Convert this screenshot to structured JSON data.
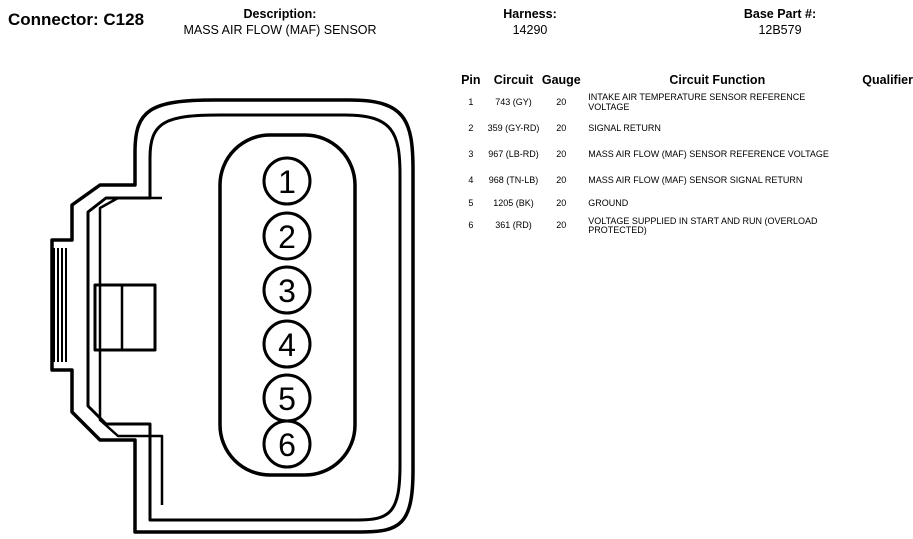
{
  "connector": {
    "label": "Connector:",
    "id": "C128"
  },
  "description": {
    "label": "Description:",
    "value": "MASS AIR FLOW (MAF) SENSOR"
  },
  "harness": {
    "label": "Harness:",
    "value": "14290"
  },
  "base_part": {
    "label": "Base Part #:",
    "value": "12B579"
  },
  "table": {
    "headers": {
      "pin": "Pin",
      "circuit": "Circuit",
      "gauge": "Gauge",
      "function": "Circuit Function",
      "qualifier": "Qualifier"
    },
    "rows": [
      {
        "pin": "1",
        "circuit": "743 (GY)",
        "gauge": "20",
        "function": "INTAKE AIR TEMPERATURE SENSOR REFERENCE VOLTAGE",
        "qualifier": ""
      },
      {
        "pin": "2",
        "circuit": "359 (GY-RD)",
        "gauge": "20",
        "function": "SIGNAL RETURN",
        "qualifier": ""
      },
      {
        "pin": "3",
        "circuit": "967 (LB-RD)",
        "gauge": "20",
        "function": "MASS AIR FLOW (MAF) SENSOR REFERENCE VOLTAGE",
        "qualifier": ""
      },
      {
        "pin": "4",
        "circuit": "968 (TN-LB)",
        "gauge": "20",
        "function": "MASS AIR FLOW (MAF) SENSOR SIGNAL RETURN",
        "qualifier": ""
      },
      {
        "pin": "5",
        "circuit": "1205 (BK)",
        "gauge": "20",
        "function": "GROUND",
        "qualifier": ""
      },
      {
        "pin": "6",
        "circuit": "361 (RD)",
        "gauge": "20",
        "function": "VOLTAGE SUPPLIED IN START AND RUN (OVERLOAD PROTECTED)",
        "qualifier": ""
      }
    ]
  },
  "diagram": {
    "pin_labels": [
      "1",
      "2",
      "3",
      "4",
      "5",
      "6"
    ]
  }
}
